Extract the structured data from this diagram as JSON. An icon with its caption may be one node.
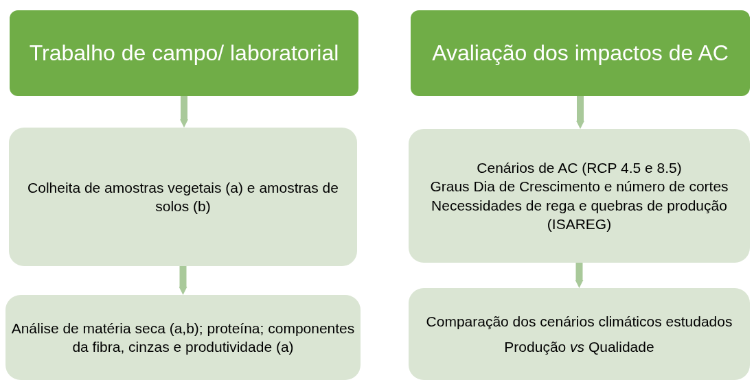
{
  "diagram": {
    "nodes": [
      {
        "text": [
          "Trabalho de campo/ laboratorial"
        ]
      },
      {
        "text": [
          "Colheita de amostras vegetais (a) e amostras de solos (b)"
        ]
      },
      {
        "text": [
          "Análise de matéria seca (a,b); proteína; componentes da fibra, cinzas e produtividade (a)"
        ]
      },
      {
        "text": [
          "Avaliação dos impactos de AC"
        ]
      },
      {
        "text": [
          "Cenários de AC (RCP 4.5 e 8.5)",
          "Graus Dia de Crescimento e número de cortes",
          "Necessidades de rega e quebras de produção (ISAREG)"
        ]
      },
      {
        "text": [
          "Comparação dos cenários climáticos estudados",
          "Produção *vs* Qualidade"
        ]
      }
    ],
    "edges": [
      {
        "from": 0,
        "to": 1,
        "arrow": "to"
      },
      {
        "from": 1,
        "to": 2,
        "arrow": "to"
      },
      {
        "from": 3,
        "to": 4,
        "arrow": "to"
      },
      {
        "from": 4,
        "to": 5,
        "arrow": "to"
      }
    ]
  }
}
